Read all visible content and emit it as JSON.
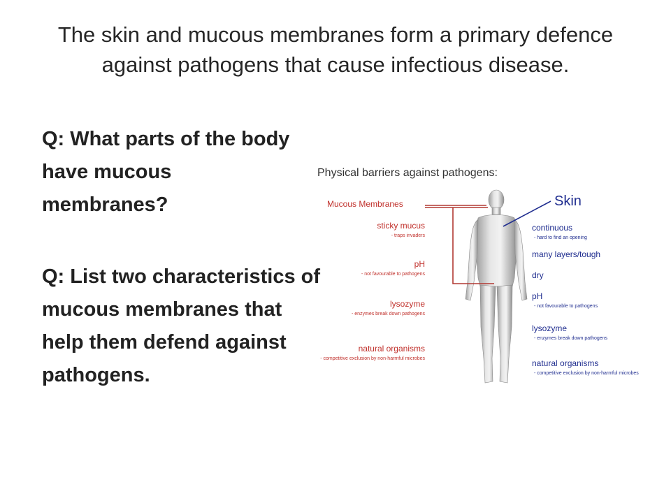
{
  "slide": {
    "title": "The skin and mucous membranes form a primary defence against pathogens that cause infectious disease.",
    "question1": "Q:  What parts of the body have mucous membranes?",
    "question2": "Q:  List two characteristics of mucous membranes that help them defend against pathogens."
  },
  "diagram": {
    "title": "Physical barriers against pathogens:",
    "mucous_label": "Mucous Membranes",
    "skin_label": "Skin",
    "mucous_items": [
      {
        "label": "sticky mucus",
        "note": "- traps invaders"
      },
      {
        "label": "pH",
        "note": "- not favourable to pathogens"
      },
      {
        "label": "lysozyme",
        "note": "- enzymes break down pathogens"
      },
      {
        "label": "natural organisms",
        "note": "- competitive exclusion by non-harmful microbes"
      }
    ],
    "skin_items": [
      {
        "label": "continuous",
        "note": "- hard to find an opening"
      },
      {
        "label": "many layers/tough",
        "note": ""
      },
      {
        "label": "dry",
        "note": ""
      },
      {
        "label": "pH",
        "note": "- not favourable to pathogens"
      },
      {
        "label": "lysozyme",
        "note": "- enzymes break down pathogens"
      },
      {
        "label": "natural organisms",
        "note": "- competitive exclusion by non-harmful microbes"
      }
    ],
    "colors": {
      "mucous": "#c0302b",
      "skin": "#1f2d8f",
      "body": "#d6d6d6"
    }
  }
}
